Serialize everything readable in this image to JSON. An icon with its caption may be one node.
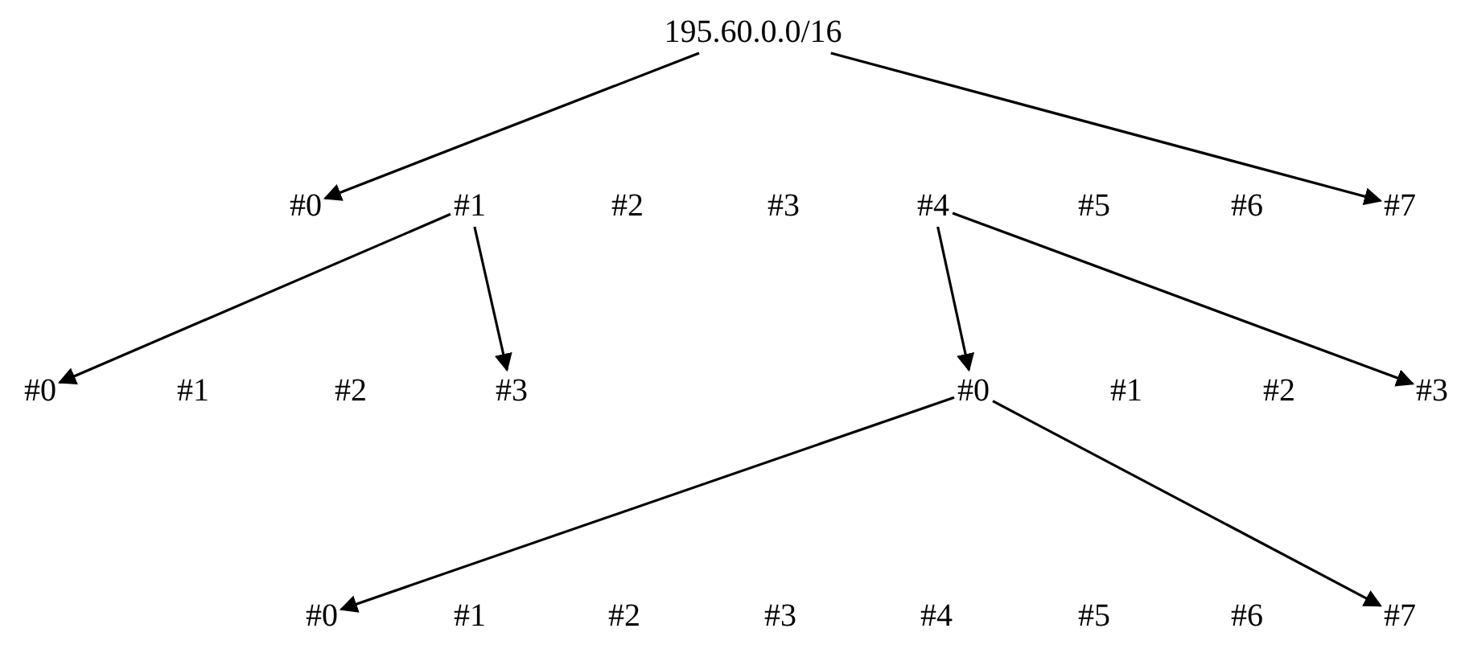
{
  "diagram": {
    "nodes": [
      {
        "text": [
          "195.60.0.0/16"
        ]
      },
      {
        "text": [
          "#0"
        ]
      },
      {
        "text": [
          "#1"
        ]
      },
      {
        "text": [
          "#2"
        ]
      },
      {
        "text": [
          "#3"
        ]
      },
      {
        "text": [
          "#4"
        ]
      },
      {
        "text": [
          "#5"
        ]
      },
      {
        "text": [
          "#6"
        ]
      },
      {
        "text": [
          "#7"
        ]
      },
      {
        "text": [
          "#0"
        ]
      },
      {
        "text": [
          "#1"
        ]
      },
      {
        "text": [
          "#2"
        ]
      },
      {
        "text": [
          "#3"
        ]
      },
      {
        "text": [
          "#0"
        ]
      },
      {
        "text": [
          "#1"
        ]
      },
      {
        "text": [
          "#2"
        ]
      },
      {
        "text": [
          "#3"
        ]
      },
      {
        "text": [
          "#0"
        ]
      },
      {
        "text": [
          "#1"
        ]
      },
      {
        "text": [
          "#2"
        ]
      },
      {
        "text": [
          "#3"
        ]
      },
      {
        "text": [
          "#4"
        ]
      },
      {
        "text": [
          "#5"
        ]
      },
      {
        "text": [
          "#6"
        ]
      },
      {
        "text": [
          "#7"
        ]
      }
    ],
    "edges": [
      {
        "from": 0,
        "to": 1,
        "arrow": "to"
      },
      {
        "from": 0,
        "to": 8,
        "arrow": "to"
      },
      {
        "from": 2,
        "to": 9,
        "arrow": "to"
      },
      {
        "from": 2,
        "to": 12,
        "arrow": "to"
      },
      {
        "from": 5,
        "to": 13,
        "arrow": "to"
      },
      {
        "from": 5,
        "to": 16,
        "arrow": "to"
      },
      {
        "from": 13,
        "to": 17,
        "arrow": "to"
      },
      {
        "from": 13,
        "to": 24,
        "arrow": "to"
      }
    ]
  }
}
